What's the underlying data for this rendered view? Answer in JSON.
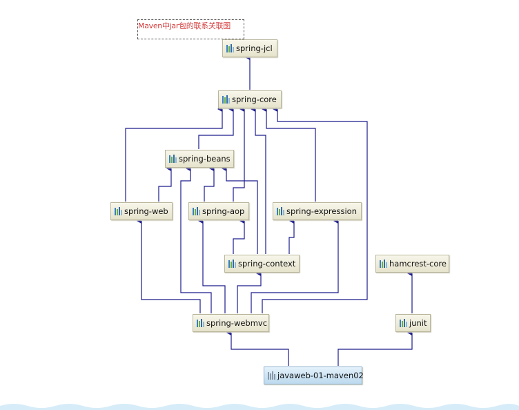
{
  "note": {
    "text": "Maven中jar包的联系关联图"
  },
  "nodes": {
    "spring_jcl": "spring-jcl",
    "spring_core": "spring-core",
    "spring_beans": "spring-beans",
    "spring_web": "spring-web",
    "spring_aop": "spring-aop",
    "spring_expression": "spring-expression",
    "spring_context": "spring-context",
    "hamcrest_core": "hamcrest-core",
    "spring_webmvc": "spring-webmvc",
    "junit": "junit",
    "root": "javaweb-01-maven02"
  },
  "colors": {
    "edge": "#1a1a8c",
    "note_text": "#d43c3c"
  },
  "icons": {
    "jar": "jar-library-icon"
  }
}
